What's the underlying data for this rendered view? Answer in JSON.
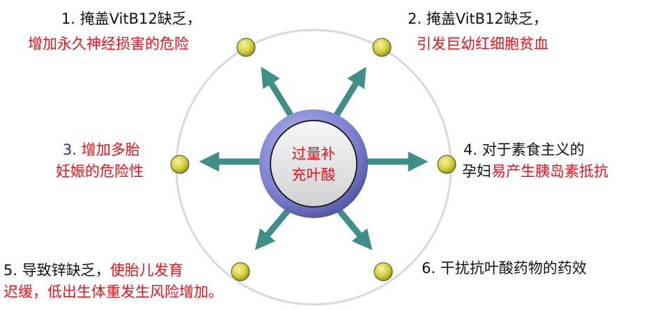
{
  "center": {
    "line1": "过量补",
    "line2": "充叶酸"
  },
  "items": [
    {
      "line1": "1. 掩盖VitB12缺乏，",
      "line2": "增加永久神经损害的危险"
    },
    {
      "line1": "2. 掩盖VitB12缺乏，",
      "line2": "引发巨幼红细胞贫血"
    },
    {
      "num": "3.",
      "line1": "增加多胎",
      "line2": "妊娠的危险性"
    },
    {
      "line1": "4. 对于素食主义的",
      "line2a": "孕妇",
      "line2b": "易产生胰岛素抵抗"
    },
    {
      "line1a": "5. 导致锌缺乏，",
      "line1b": "使胎儿发育",
      "line2": "迟缓，低出生体重发生风险增加。"
    },
    {
      "line1": "6.  干扰抗叶酸药物的药效"
    }
  ],
  "colors": {
    "arrow": "#3f8f88",
    "ring": "#7b7fd0",
    "dot": "#d4d23a",
    "red": "#e8141c"
  }
}
